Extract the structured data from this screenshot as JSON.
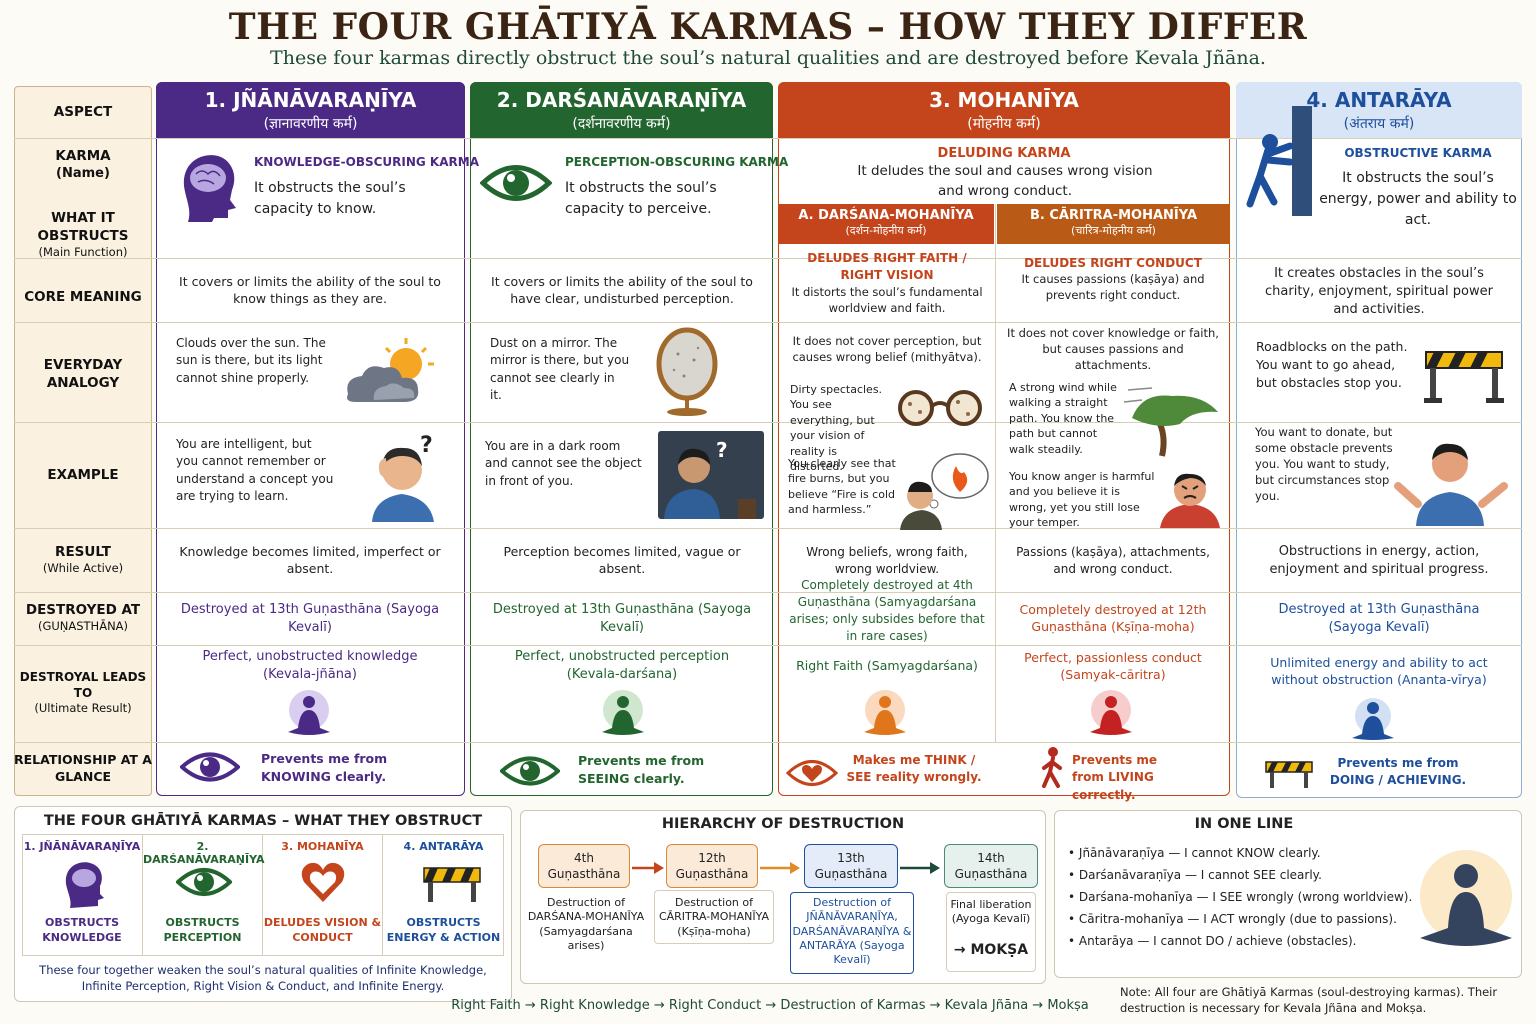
{
  "title": "THE FOUR GHĀTIYĀ KARMAS – HOW THEY DIFFER",
  "subtitle": "These four karmas directly obstruct the soul’s natural qualities and are destroyed before Kevala Jñāna.",
  "aspects": {
    "aspect": "ASPECT",
    "karma": "KARMA",
    "karma_sub": "(Name)",
    "obstructs": "WHAT IT OBSTRUCTS",
    "obstructs_sub": "(Main Function)",
    "core": "CORE MEANING",
    "analogy": "EVERYDAY ANALOGY",
    "example": "EXAMPLE",
    "result": "RESULT",
    "result_sub": "(While Active)",
    "destroyed": "DESTROYED AT",
    "destroyed_sub": "(GUṆASTHĀNA)",
    "leads": "DESTROYAL LEADS TO",
    "leads_sub": "(Ultimate Result)",
    "relationship": "RELATIONSHIP AT A GLANCE"
  },
  "colors": {
    "k1": "#4b2a86",
    "k2": "#23652f",
    "k3": "#c4451b",
    "k4": "#1d4f9c",
    "k4head": "#d8e5f6"
  },
  "k1": {
    "name": "1. JÑĀNĀVARAṆĪYA",
    "deva": "(ज्ञानावरणीय कर्म)",
    "label": "KNOWLEDGE-OBSCURING KARMA",
    "obstructs": "It obstructs the soul’s capacity to know.",
    "core": "It covers or limits the ability of the soul to know things as they are.",
    "analogy": "Clouds over the sun. The sun is there, but its light cannot shine properly.",
    "example": "You are intelligent, but you cannot remember or understand a concept you are trying to learn.",
    "result": "Knowledge becomes limited, imperfect or absent.",
    "destroyed": "Destroyed at 13th Guṇasthāna (Sayoga Kevalī)",
    "leads": "Perfect, unobstructed knowledge (Kevala-jñāna)",
    "glance": "Prevents me from KNOWING clearly."
  },
  "k2": {
    "name": "2. DARŚANĀVARAṆĪYA",
    "deva": "(दर्शनावरणीय कर्म)",
    "label": "PERCEPTION-OBSCURING KARMA",
    "obstructs": "It obstructs the soul’s capacity to perceive.",
    "core": "It covers or limits the ability of the soul to have clear, undisturbed perception.",
    "analogy": "Dust on a mirror. The mirror is there, but you cannot see clearly in it.",
    "example": "You are in a dark room and cannot see the object in front of you.",
    "result": "Perception becomes limited, vague or absent.",
    "destroyed": "Destroyed at 13th Guṇasthāna (Sayoga Kevalī)",
    "leads": "Perfect, unobstructed perception (Kevala-darśana)",
    "glance": "Prevents me from SEEING clearly."
  },
  "k3": {
    "name": "3. MOHANĪYA",
    "deva": "(मोहनीय कर्म)",
    "label": "DELUDING KARMA",
    "obstructs": "It deludes the soul and causes wrong vision and wrong conduct.",
    "a_name": "A. DARŚANA-MOHANĪYA",
    "a_deva": "(दर्शन-मोहनीय कर्म)",
    "b_name": "B. CĀRITRA-MOHANĪYA",
    "b_deva": "(चारित्र-मोहनीय कर्म)",
    "a_label": "DELUDES RIGHT FAITH / RIGHT VISION",
    "a_core": "It distorts the soul’s fundamental worldview and faith.",
    "b_label": "DELUDES RIGHT CONDUCT",
    "b_core": "It causes passions (kaṣāya) and prevents right conduct.",
    "a_note": "It does not cover perception, but causes wrong belief (mithyātva).",
    "b_note": "It does not cover knowledge or faith, but causes passions and attachments.",
    "a_analogy": "Dirty spectacles. You see everything, but your vision of reality is distorted.",
    "b_analogy": "A strong wind while walking a straight path. You know the path but cannot walk steadily.",
    "a_example": "You clearly see that fire burns, but you believe “Fire is cold and harmless.”",
    "b_example": "You know anger is harmful and you believe it is wrong, yet you still lose your temper.",
    "a_result": "Wrong beliefs, wrong faith, wrong worldview.",
    "b_result": "Passions (kaṣāya), attachments, and wrong conduct.",
    "a_destroyed": "Completely destroyed at 4th Guṇasthāna (Samyagdarśana arises; only subsides before that in rare cases)",
    "b_destroyed": "Completely destroyed at 12th Guṇasthāna (Kṣīṇa-moha)",
    "a_leads": "Right Faith (Samyagdarśana)",
    "b_leads": "Perfect, passionless conduct (Samyak-cāritra)",
    "a_glance": "Makes me THINK / SEE reality wrongly.",
    "b_glance": "Prevents me from LIVING correctly."
  },
  "k4": {
    "name": "4. ANTARĀYA",
    "deva": "(अंतराय कर्म)",
    "label": "OBSTRUCTIVE KARMA",
    "obstructs": "It obstructs the soul’s energy, power and ability to act.",
    "core": "It creates obstacles in the soul’s charity, enjoyment, spiritual power and activities.",
    "analogy": "Roadblocks on the path. You want to go ahead, but obstacles stop you.",
    "example": "You want to donate, but some obstacle prevents you. You want to study, but circumstances stop you.",
    "result": "Obstructions in energy, action, enjoyment and spiritual progress.",
    "destroyed": "Destroyed at 13th Guṇasthāna (Sayoga Kevalī)",
    "leads": "Unlimited energy and ability to act without obstruction (Ananta-vīrya)",
    "glance": "Prevents me from DOING / ACHIEVING."
  },
  "summary": {
    "title": "THE FOUR GHĀTIYĀ KARMAS – WHAT THEY OBSTRUCT",
    "items": [
      {
        "name": "1. JÑĀNĀVARAṆĪYA",
        "desc": "OBSTRUCTS KNOWLEDGE"
      },
      {
        "name": "2. DARŚANĀVARAṆĪYA",
        "desc": "OBSTRUCTS PERCEPTION"
      },
      {
        "name": "3. MOHANĪYA",
        "desc": "DELUDES VISION & CONDUCT"
      },
      {
        "name": "4. ANTARĀYA",
        "desc": "OBSTRUCTS ENERGY & ACTION"
      }
    ],
    "footer": "These four together weaken the soul’s natural qualities of Infinite Knowledge, Infinite Perception, Right Vision & Conduct, and Infinite Energy."
  },
  "hierarchy": {
    "title": "HIERARCHY OF DESTRUCTION",
    "stages": [
      {
        "g": "4th Guṇasthāna",
        "note": "Destruction of DARŚANA-MOHANĪYA (Samyagdarśana arises)"
      },
      {
        "g": "12th Guṇasthāna",
        "note": "Destruction of CĀRITRA-MOHANĪYA (Kṣīṇa-moha)"
      },
      {
        "g": "13th Guṇasthāna",
        "note": "Destruction of JÑĀNĀVARAṆĪYA, DARŚANĀVARAṆĪYA & ANTARĀYA (Sayoga Kevalī)"
      },
      {
        "g": "14th Guṇasthāna",
        "note": "Final liberation (Ayoga Kevalī)"
      }
    ],
    "moksha": "→ MOKṢA",
    "path": "Right Faith → Right Knowledge → Right Conduct → Destruction of Karmas → Kevala Jñāna → Mokṣa"
  },
  "oneline": {
    "title": "IN ONE LINE",
    "items": [
      "Jñānāvaraṇīya — I cannot KNOW clearly.",
      "Darśanāvaraṇīya — I cannot SEE clearly.",
      "Darśana-mohanīya — I SEE wrongly (wrong worldview).",
      "Cāritra-mohanīya — I ACT wrongly (due to passions).",
      "Antarāya — I cannot DO / achieve (obstacles)."
    ],
    "note": "Note: All four are Ghātiyā Karmas (soul-destroying karmas). Their destruction is necessary for Kevala Jñāna and Mokṣa."
  }
}
